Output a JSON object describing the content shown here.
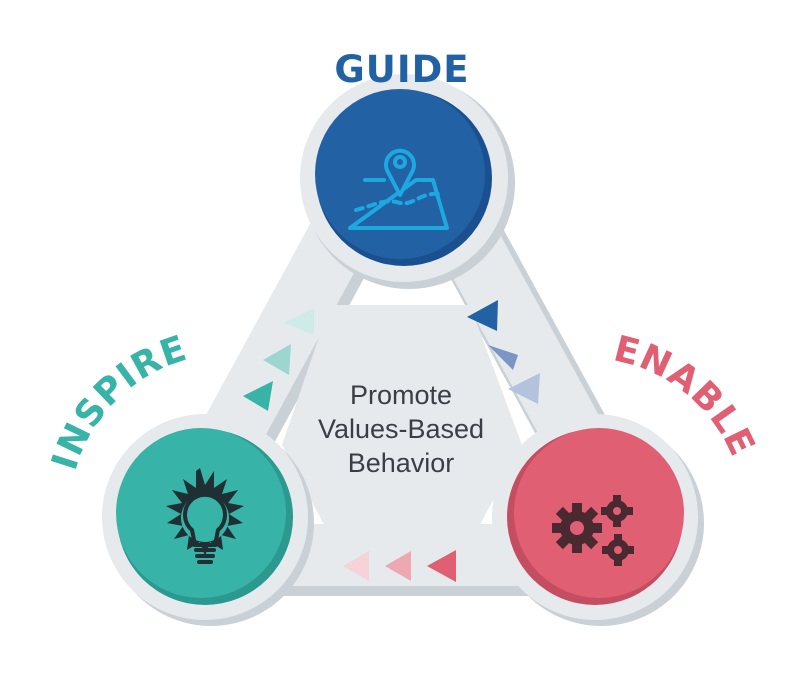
{
  "title_lines": [
    "Promote",
    "Values-Based",
    "Behavior"
  ],
  "nodes": {
    "guide": {
      "label": "GUIDE",
      "icon": "map-pin-icon",
      "color": "#2262a4",
      "shade": "#1b5090"
    },
    "inspire": {
      "label": "INSPIRE",
      "icon": "lightbulb-icon",
      "color": "#37b3a7",
      "shade": "#2b998f"
    },
    "enable": {
      "label": "ENABLE",
      "icon": "gears-icon",
      "color": "#e05f73",
      "shade": "#c44d61"
    }
  },
  "colors": {
    "ring": "#e6eaed",
    "ring_shadow": "#c9d1d6",
    "hub": "#e6eaed",
    "text": "#3a3f47",
    "guide_label": "#2262a4",
    "inspire_label": "#37b3a7",
    "enable_label": "#e05f73",
    "icon_guide": "#1ea8e0",
    "icon_dark": "#2a2d33"
  }
}
